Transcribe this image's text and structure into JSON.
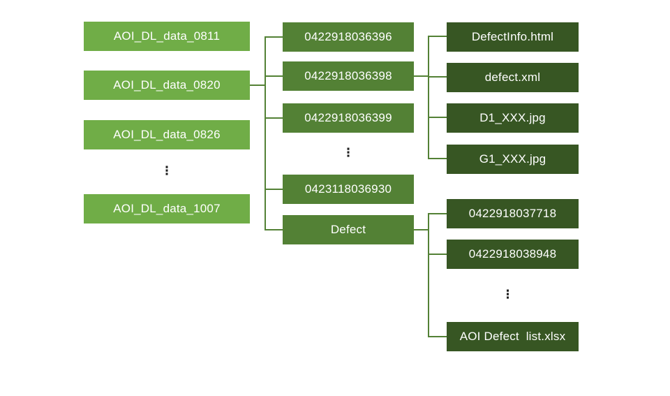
{
  "colors": {
    "level1_fill": "#70AD47",
    "level2_fill": "#538135",
    "level3_fill": "#375623",
    "connector": "#538135",
    "text": "#FFFFFF",
    "ellipsis": "#1F1F1F",
    "background": "#FFFFFF"
  },
  "ellipsis_glyph": "⋮",
  "columns": [
    {
      "name": "dataset-folders",
      "items": [
        "AOI_DL_data_0811",
        "AOI_DL_data_0820",
        "AOI_DL_data_0826",
        "AOI_DL_data_1007"
      ]
    },
    {
      "name": "panel-id-folders",
      "items": [
        "0422918036396",
        "0422918036398",
        "0422918036399",
        "0423118036930",
        "Defect"
      ]
    },
    {
      "name": "panel-folder-files",
      "items": [
        "DefectInfo.html",
        "defect.xml",
        "D1_XXX.jpg",
        "G1_XXX.jpg"
      ]
    },
    {
      "name": "defect-folder-contents",
      "items": [
        "0422918037718",
        "0422918038948",
        "AOI Defect  list.xlsx"
      ]
    }
  ]
}
